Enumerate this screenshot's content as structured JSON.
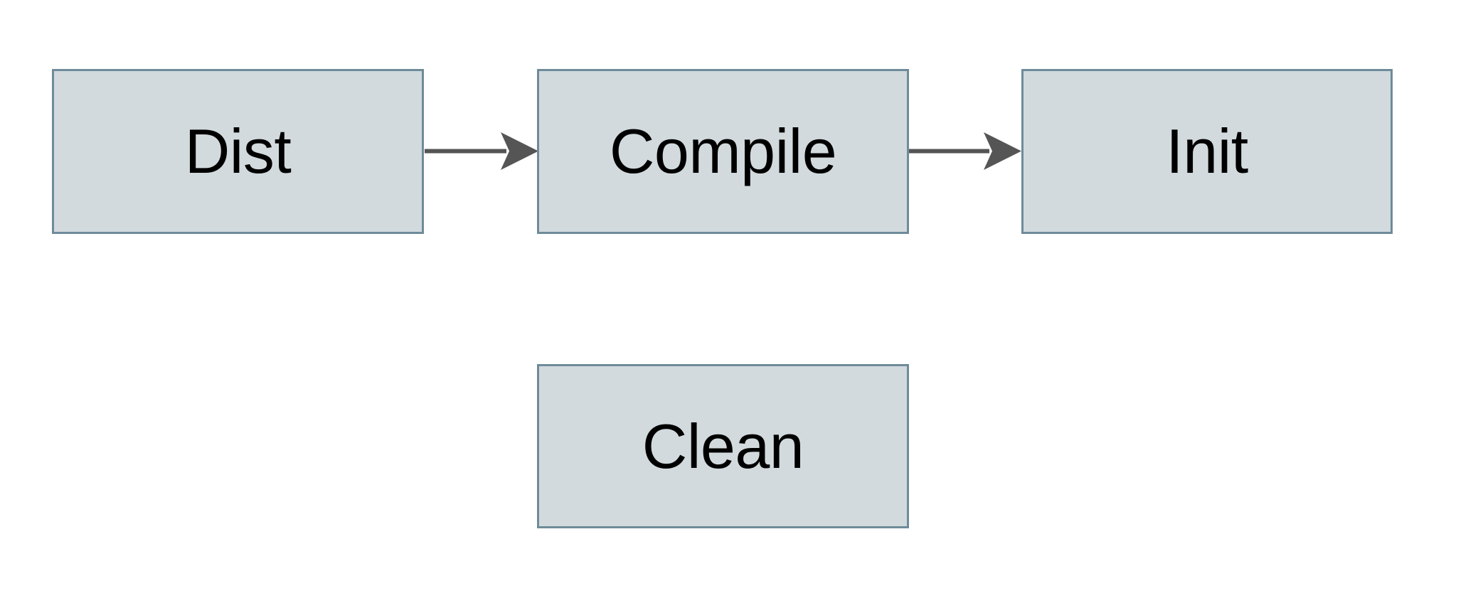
{
  "diagram": {
    "type": "flowchart",
    "orientation": "left-to-right",
    "background_color": "#ffffff",
    "node_fill_color": "#d2dadd",
    "node_border_color": "#6e8b9a",
    "edge_color": "#555555",
    "label_color": "#000000",
    "nodes": [
      {
        "id": "dist",
        "label": "Dist",
        "shape": "rectangle"
      },
      {
        "id": "compile",
        "label": "Compile",
        "shape": "rectangle"
      },
      {
        "id": "init",
        "label": "Init",
        "shape": "rectangle"
      },
      {
        "id": "clean",
        "label": "Clean",
        "shape": "rectangle"
      }
    ],
    "edges": [
      {
        "id": "dist-to-compile",
        "from": "Dist",
        "to": "Compile",
        "label": "",
        "arrowhead": "filled-barbed"
      },
      {
        "id": "compile-to-init",
        "from": "Compile",
        "to": "Init",
        "label": "",
        "arrowhead": "filled-barbed"
      }
    ]
  }
}
